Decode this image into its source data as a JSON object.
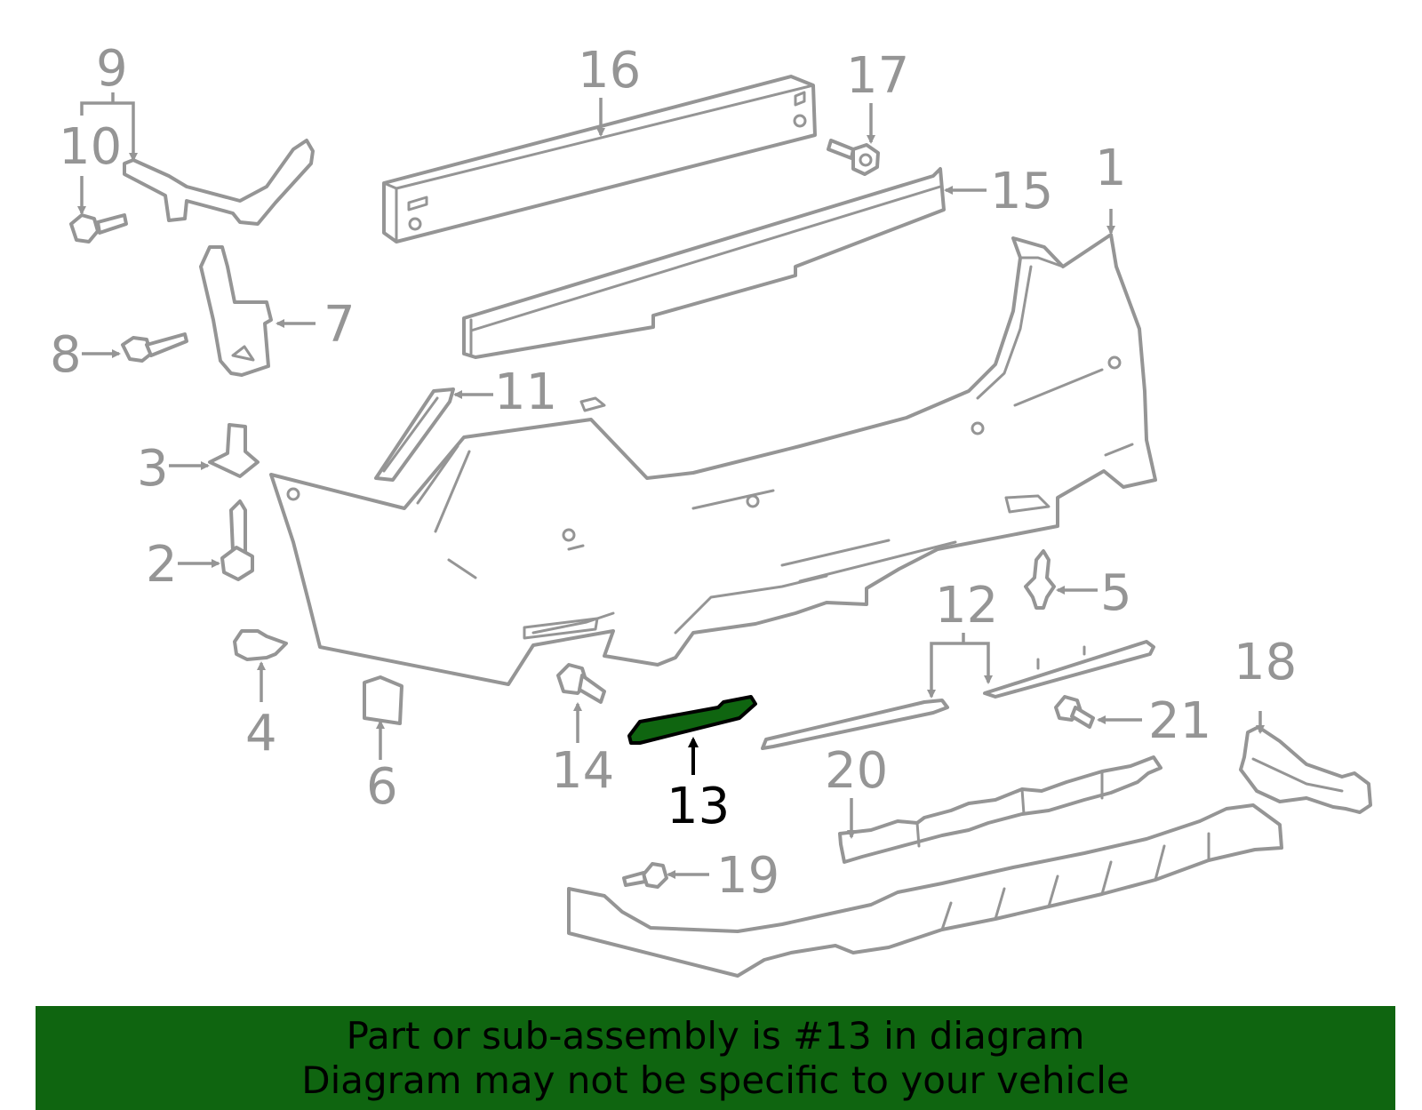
{
  "diagram": {
    "callouts": {
      "c1": "1",
      "c2": "2",
      "c3": "3",
      "c4": "4",
      "c5": "5",
      "c6": "6",
      "c7": "7",
      "c8": "8",
      "c9": "9",
      "c10": "10",
      "c11": "11",
      "c12": "12",
      "c13": "13",
      "c14": "14",
      "c15": "15",
      "c16": "16",
      "c17": "17",
      "c18": "18",
      "c19": "19",
      "c20": "20",
      "c21": "21"
    },
    "highlighted_part": "13",
    "colors": {
      "part_line": "#959595",
      "highlight_fill": "#0f6510",
      "highlight_stroke": "#000000",
      "banner_bg": "#0f6510"
    }
  },
  "banner": {
    "line1": "Part or sub-assembly is #13 in diagram",
    "line2": "Diagram may not be specific to your vehicle"
  }
}
